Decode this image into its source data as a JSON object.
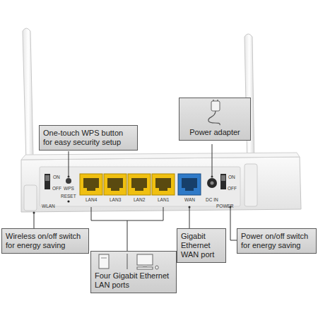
{
  "diagram": {
    "nodes": [
      {
        "text": [
          "One-touch WPS button for easy security setup"
        ]
      },
      {
        "text": [
          "Power adapter"
        ]
      },
      {
        "text": [
          "Wireless on/off switch for energy saving"
        ]
      },
      {
        "text": [
          "Four Gigabit Ethernet LAN ports"
        ]
      },
      {
        "text": [
          "Gigabit Ethernet WAN port"
        ]
      },
      {
        "text": [
          "Power on/off switch for energy saving"
        ]
      }
    ],
    "labels": [
      "ON",
      "OFF",
      "WLAN",
      "WPS",
      "RESET",
      "LAN4",
      "LAN3",
      "LAN2",
      "LAN1",
      "WAN",
      "DC IN",
      "ON",
      "OFF",
      "POWER"
    ]
  }
}
